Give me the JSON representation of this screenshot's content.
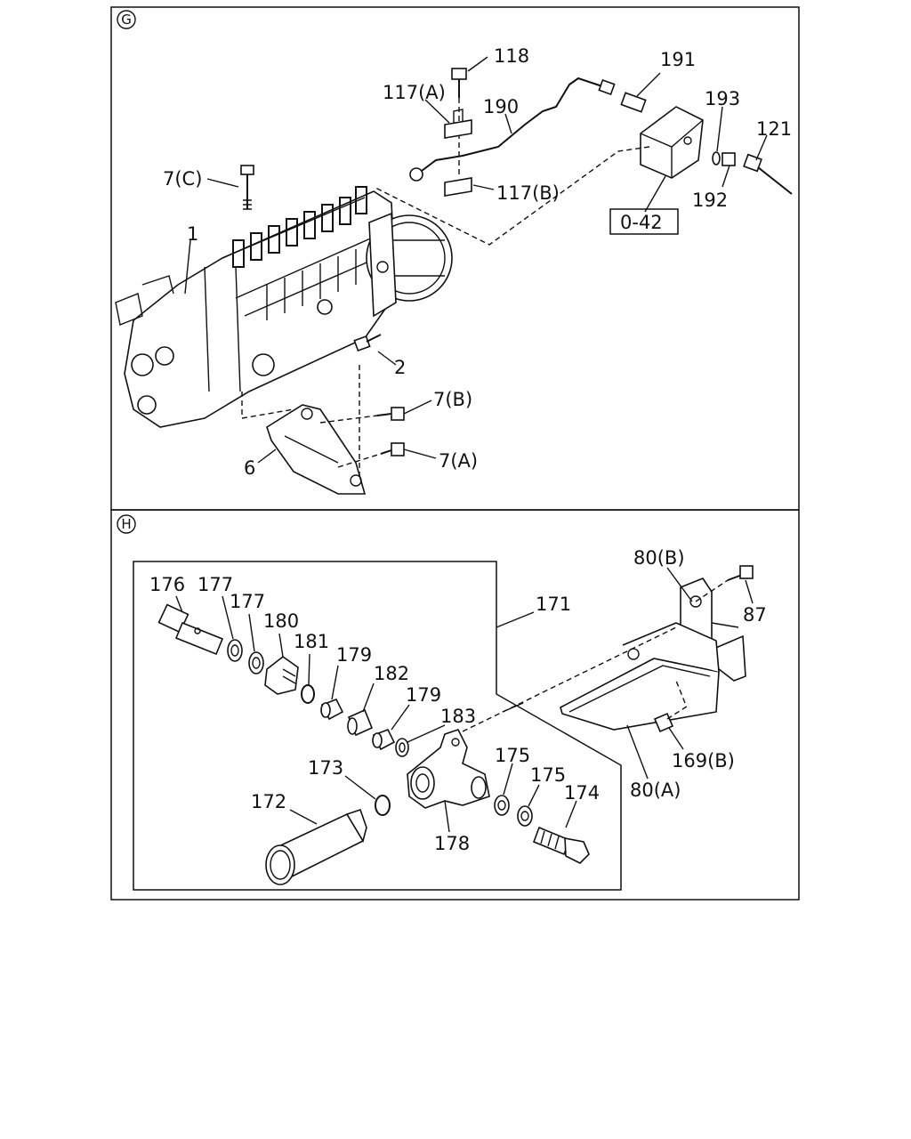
{
  "sections": {
    "g": {
      "marker": "G"
    },
    "h": {
      "marker": "H"
    }
  },
  "reference_box": "0-42",
  "labels_g": {
    "p118": "118",
    "p117a": "117(A)",
    "p190": "190",
    "p191": "191",
    "p193": "193",
    "p121": "121",
    "p117b": "117(B)",
    "p192": "192",
    "p7c": "7(C)",
    "p1": "1",
    "p2": "2",
    "p7b": "7(B)",
    "p7a": "7(A)",
    "p6": "6"
  },
  "labels_h": {
    "p176": "176",
    "p177a": "177",
    "p177b": "177",
    "p180": "180",
    "p181": "181",
    "p179a": "179",
    "p182": "182",
    "p179b": "179",
    "p183": "183",
    "p171": "171",
    "p80b": "80(B)",
    "p87": "87",
    "p173": "173",
    "p172": "172",
    "p175a": "175",
    "p175b": "175",
    "p174": "174",
    "p178": "178",
    "p169b": "169(B)",
    "p80a": "80(A)"
  }
}
